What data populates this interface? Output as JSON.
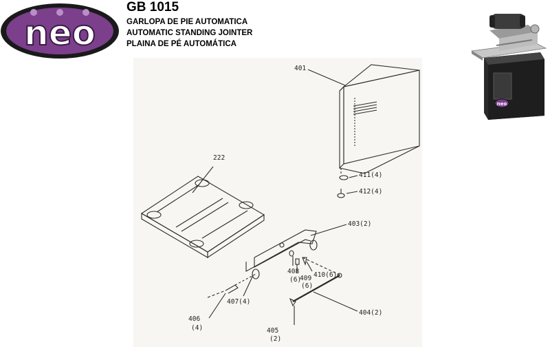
{
  "logo": {
    "text": "neo",
    "colors": {
      "outer": "#1a1a1a",
      "inner": "#7b3f8c",
      "letters": "#ffffff"
    }
  },
  "header": {
    "model": "GB 1015",
    "line_es": "GARLOPA DE PIE AUTOMATICA",
    "line_en": "AUTOMATIC STANDING JOINTER",
    "line_pt": "PLAINA DE PÉ AUTOMÁTICA"
  },
  "product_photo": {
    "badge": "neo"
  },
  "parts": [
    {
      "id": "401",
      "label": "401"
    },
    {
      "id": "411",
      "label": "411(4)"
    },
    {
      "id": "412",
      "label": "412(4)"
    },
    {
      "id": "222",
      "label": "222"
    },
    {
      "id": "403",
      "label": "403(2)"
    },
    {
      "id": "408",
      "label": "408",
      "qty": "(6)"
    },
    {
      "id": "409",
      "label": "409",
      "qty": "(6)"
    },
    {
      "id": "410",
      "label": "410(6)"
    },
    {
      "id": "407",
      "label": "407(4)"
    },
    {
      "id": "406",
      "label": "406",
      "qty": "(4)"
    },
    {
      "id": "405",
      "label": "405",
      "qty": "(2)"
    },
    {
      "id": "404",
      "label": "404(2)"
    }
  ]
}
